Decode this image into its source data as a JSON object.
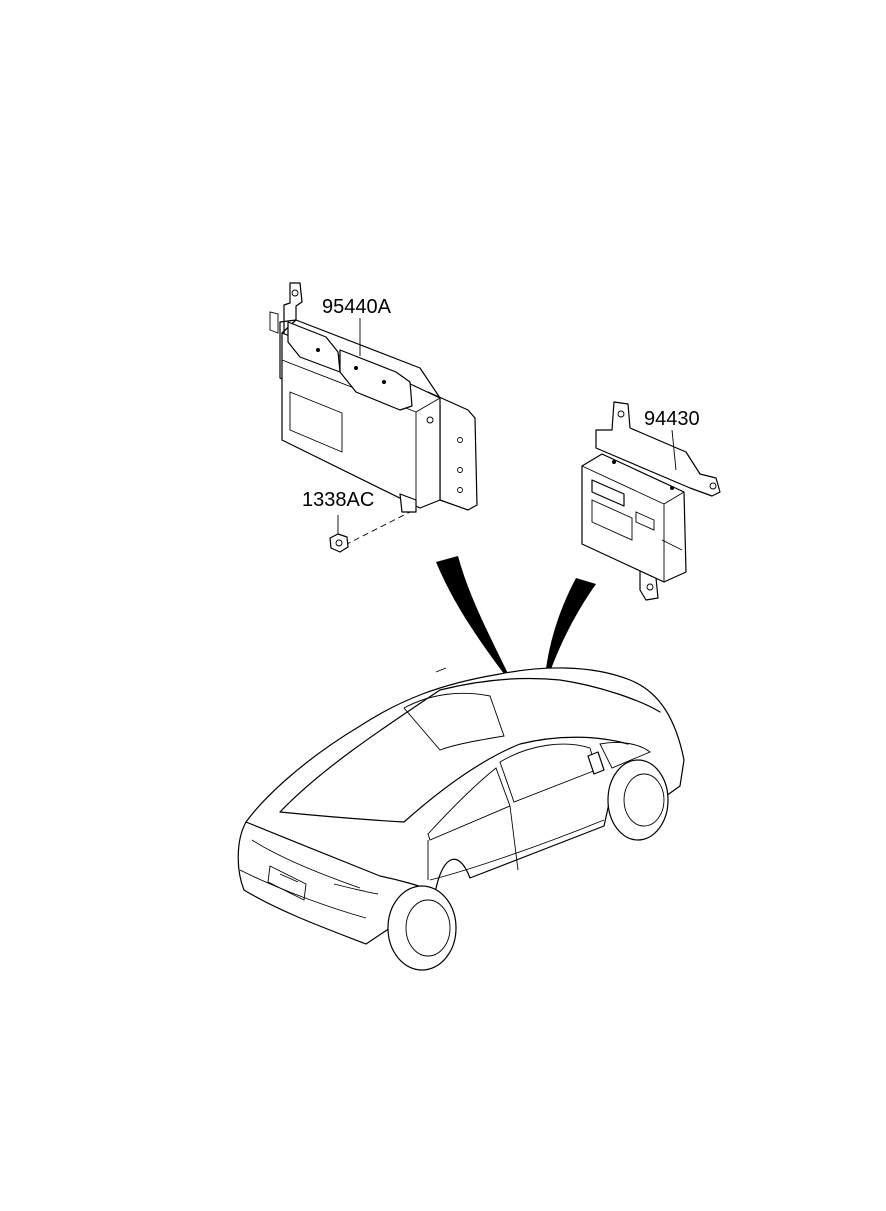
{
  "labels": {
    "ecm_part": "95440A",
    "nut_part": "1338AC",
    "module_part": "94430"
  }
}
